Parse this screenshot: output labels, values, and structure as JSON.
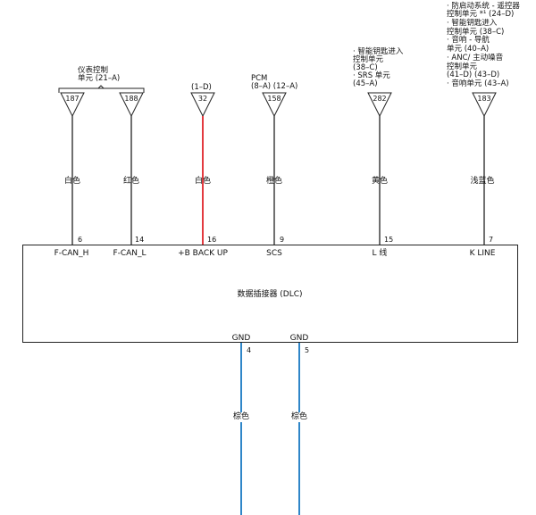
{
  "colors": {
    "line": "#222222",
    "red_wire": "#e0242a",
    "blue_wire": "#2f86c8",
    "text": "#111111"
  },
  "connector": {
    "title": "数据插接器 (DLC)"
  },
  "callouts": {
    "instrument": [
      "仪表控制",
      "单元 (21–A)"
    ],
    "bplus": [
      "(1–D)"
    ],
    "pcm": [
      "PCM",
      "(8–A) (12–A)"
    ],
    "smart": [
      "· 智能钥匙进入",
      "控制单元",
      "(38–C)",
      "· SRS 单元",
      "(45–A)"
    ],
    "k": [
      "· 防启动系统 - 遥控器",
      "控制单元 *¹ (24–D)",
      "· 智能钥匙进入",
      "控制单元 (38–C)",
      "· 音响 - 导航",
      "单元 (40–A)",
      "· ANC/ 主动噪音",
      "控制单元",
      "(41–D) (43–D)",
      "· 音响单元 (43–A)"
    ]
  },
  "top_wires": [
    {
      "ref": "187",
      "color_label": "白色",
      "pin": "6",
      "signal": "F-CAN_H"
    },
    {
      "ref": "188",
      "color_label": "红色",
      "pin": "14",
      "signal": "F-CAN_L"
    },
    {
      "ref": "32",
      "color_label": "白色",
      "pin": "16",
      "signal": "+B BACK UP"
    },
    {
      "ref": "158",
      "color_label": "橙色",
      "pin": "9",
      "signal": "SCS"
    },
    {
      "ref": "282",
      "color_label": "黄色",
      "pin": "15",
      "signal": "L 线"
    },
    {
      "ref": "183",
      "color_label": "浅蓝色",
      "pin": "7",
      "signal": "K LINE"
    }
  ],
  "bottom_wires": [
    {
      "signal": "GND",
      "pin": "4",
      "color_label": "棕色"
    },
    {
      "signal": "GND",
      "pin": "5",
      "color_label": "棕色"
    }
  ]
}
